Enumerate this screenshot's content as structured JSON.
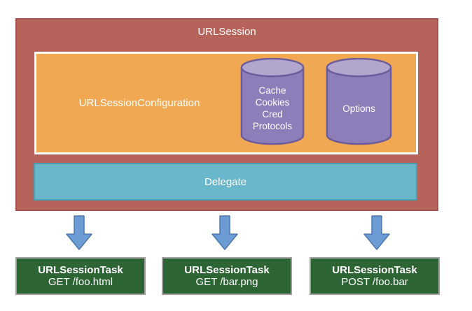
{
  "colors": {
    "session_bg": "#b5635b",
    "session_border": "#a4544e",
    "config_bg": "#f0a853",
    "config_border": "#ffffff",
    "cylinder_body": "#8c7eb8",
    "cylinder_top": "#b2a6cf",
    "cylinder_stroke": "#6b5b9b",
    "delegate_bg": "#68b7cb",
    "delegate_border": "#4e9cb2",
    "arrow_fill": "#6d9bd3",
    "arrow_stroke": "#4c77ae",
    "task_bg": "#2d6434",
    "task_border": "#9e9e9e",
    "text_light": "#ffffff"
  },
  "diagram": {
    "session_label": "URLSession",
    "configuration_label": "URLSessionConfiguration",
    "delegate_label": "Delegate",
    "cylinders": [
      {
        "name": "cache-store",
        "lines": [
          "Cache",
          "Cookies",
          "Cred",
          "Protocols"
        ]
      },
      {
        "name": "options-store",
        "lines": [
          "Options"
        ]
      }
    ],
    "tasks": [
      {
        "title": "URLSessionTask",
        "subtitle": "GET /foo.html"
      },
      {
        "title": "URLSessionTask",
        "subtitle": "GET /bar.png"
      },
      {
        "title": "URLSessionTask",
        "subtitle": "POST /foo.bar"
      }
    ]
  }
}
